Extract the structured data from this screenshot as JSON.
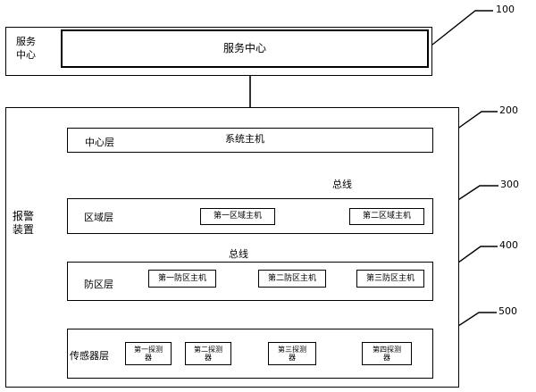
{
  "service_center": {
    "side_label_line1": "服务",
    "side_label_line2": "中心",
    "box_label": "服务中心",
    "ref": "100"
  },
  "alarm_device": {
    "side_label_line1": "报警",
    "side_label_line2": "装置"
  },
  "center_layer": {
    "label": "中心层",
    "host": "系统主机",
    "ref": "200"
  },
  "bus_top": {
    "label": "总线"
  },
  "zone_layer": {
    "label": "区域层",
    "host_1": "第一区域主机",
    "host_2": "第二区域主机",
    "ref": "300"
  },
  "bus_mid": {
    "label": "总线"
  },
  "defense_layer": {
    "label": "防区层",
    "host_1": "第一防区主机",
    "host_2": "第二防区主机",
    "host_3": "第三防区主机",
    "ref": "400"
  },
  "sensor_layer": {
    "label": "传感器层",
    "detectors": [
      {
        "line1": "第一探测",
        "line2": "器"
      },
      {
        "line1": "第二探测",
        "line2": "器"
      },
      {
        "line1": "第三探测",
        "line2": "器"
      },
      {
        "line1": "第四探测",
        "line2": "器"
      }
    ],
    "ref": "500"
  }
}
